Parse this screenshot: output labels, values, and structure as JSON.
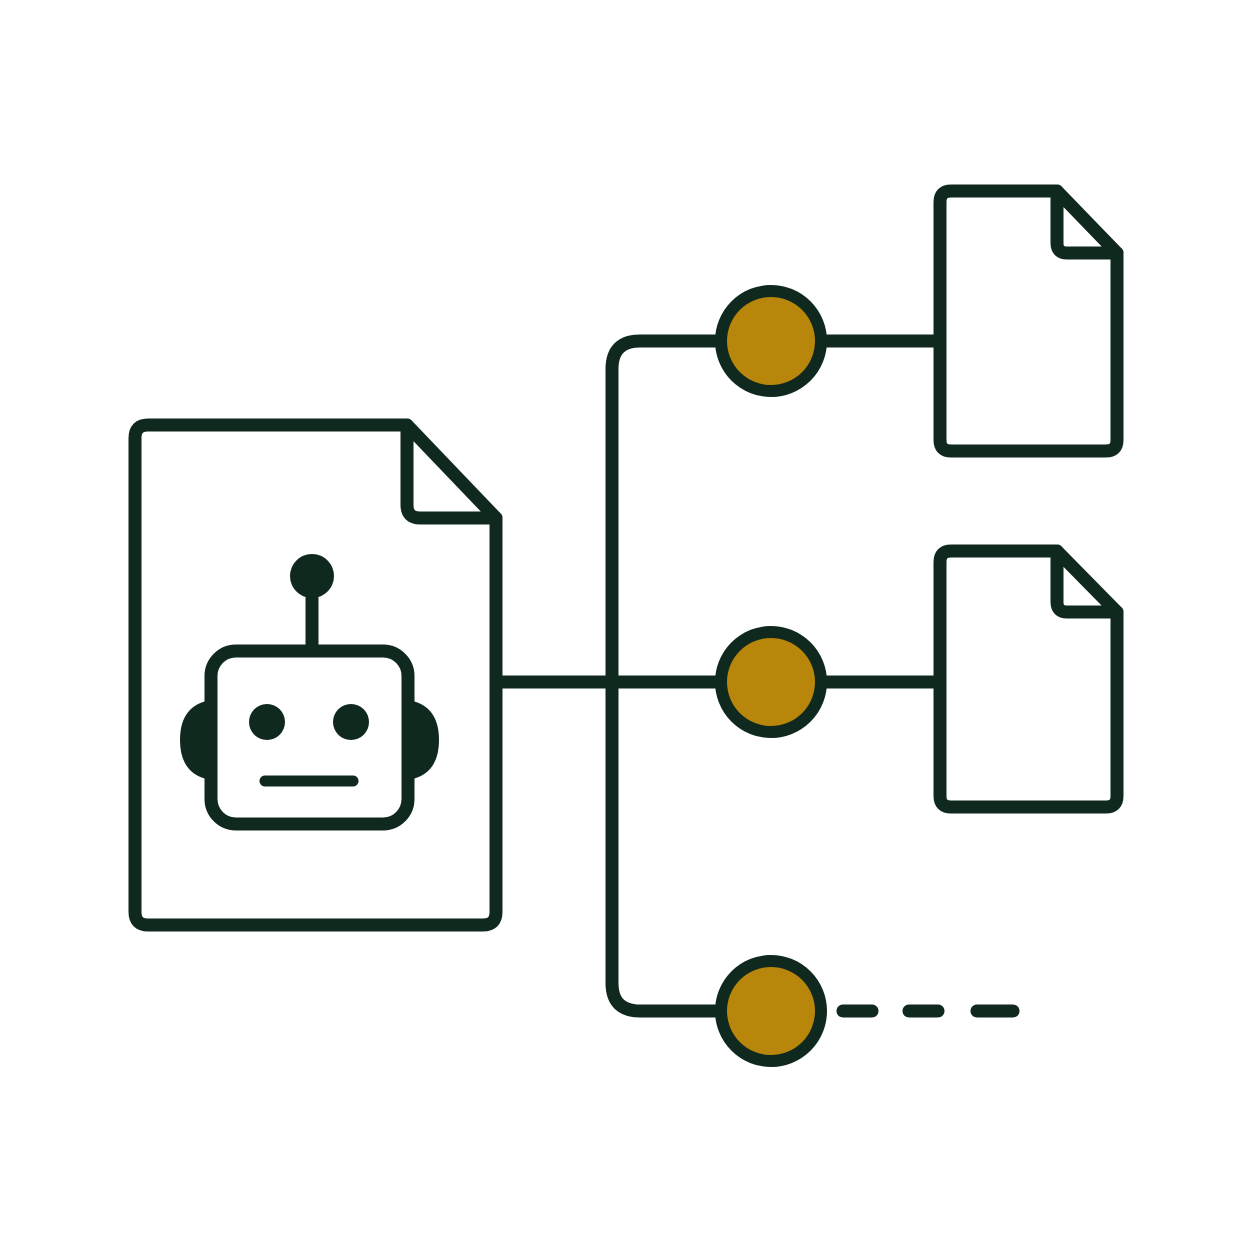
{
  "colors": {
    "stroke": "#10291f",
    "node_fill": "#b8860b",
    "doc_fill": "#ffffff",
    "background": "#ffffff"
  },
  "icons": {
    "source": "document-with-robot-icon",
    "robot": "robot-head-icon",
    "outputs": [
      "document-icon",
      "document-icon"
    ],
    "nodes": [
      "node-circle",
      "node-circle",
      "node-circle"
    ],
    "continuation": "dashed-line"
  }
}
